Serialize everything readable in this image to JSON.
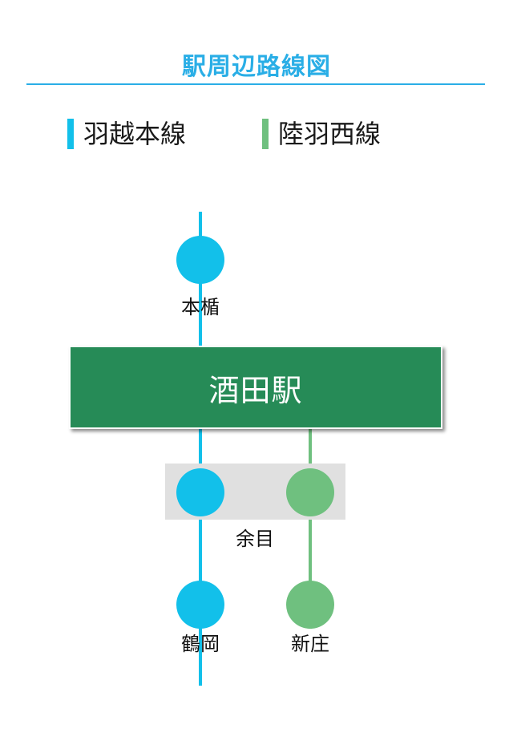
{
  "title": "駅周辺路線図",
  "colors": {
    "title": "#2aaee6",
    "uetsu_line": "#12c0ea",
    "rikuusai_line": "#6fc07f",
    "main_station": "#268b57",
    "shared_station_bg": "#e0e0e0"
  },
  "legend": [
    {
      "label": "羽越本線",
      "color": "#12c0ea"
    },
    {
      "label": "陸羽西線",
      "color": "#6fc07f"
    }
  ],
  "main_station": {
    "label": "酒田駅"
  },
  "stations": {
    "hontate": {
      "label": "本楯",
      "line": "羽越本線"
    },
    "amarume": {
      "label": "余目",
      "lines": [
        "羽越本線",
        "陸羽西線"
      ]
    },
    "tsuruoka": {
      "label": "鶴岡",
      "line": "羽越本線"
    },
    "shinjo": {
      "label": "新庄",
      "line": "陸羽西線"
    }
  }
}
